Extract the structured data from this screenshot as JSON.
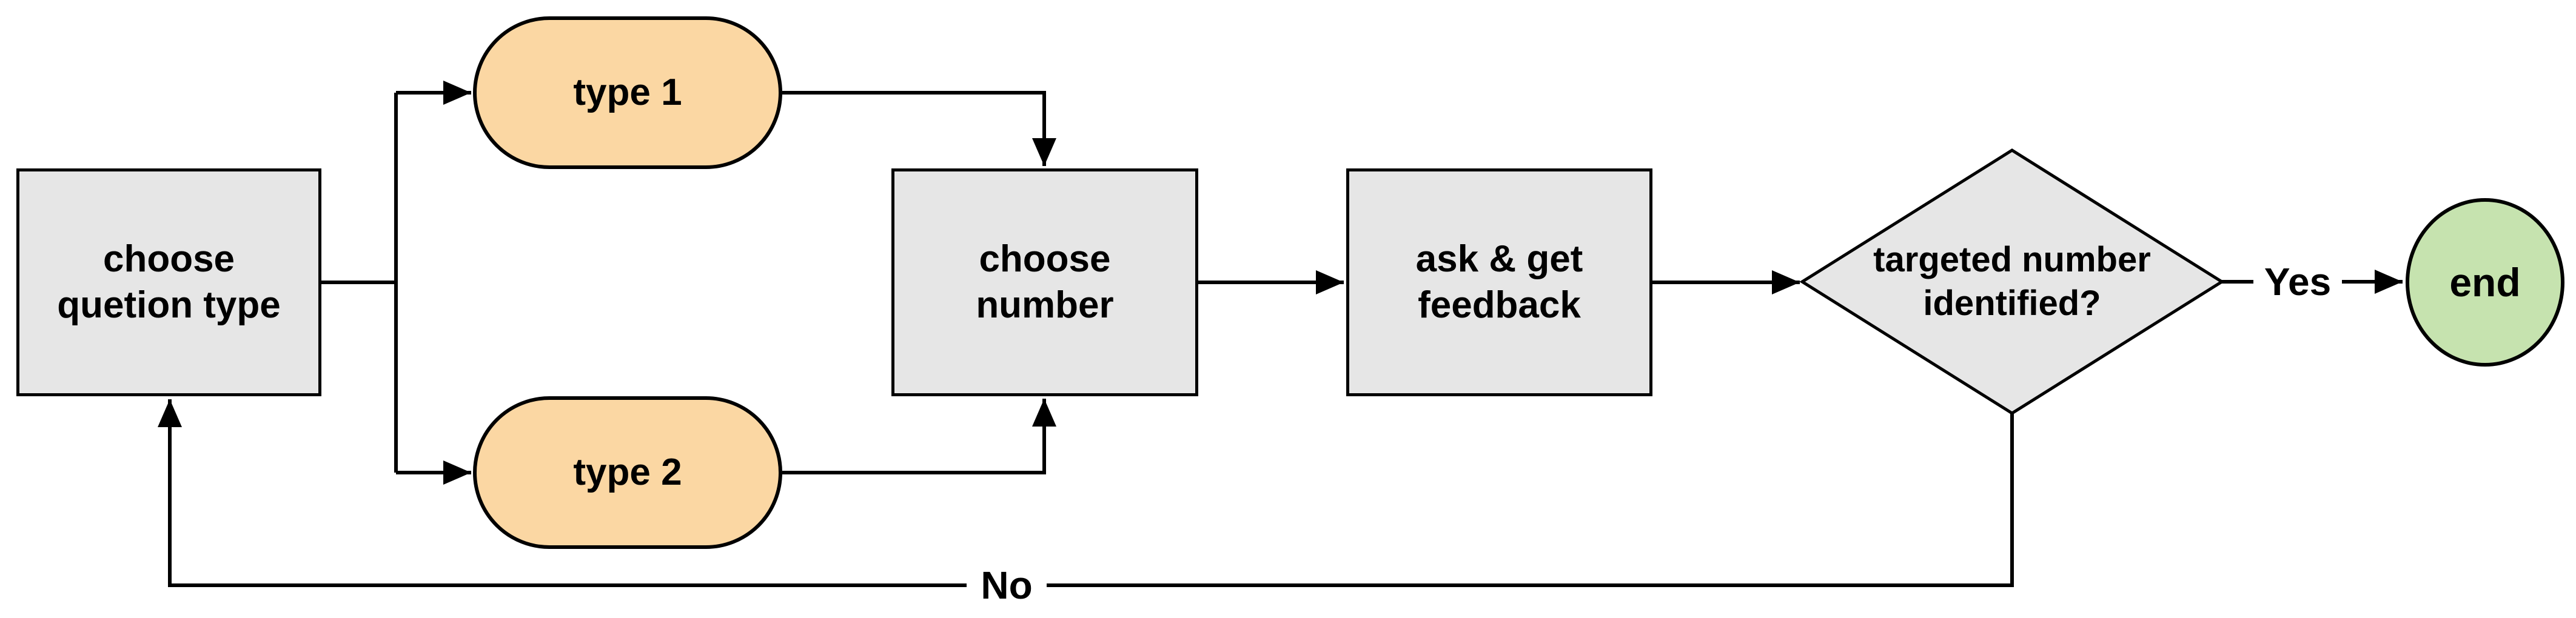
{
  "diagram": {
    "type": "flowchart",
    "nodes": {
      "choose_question_type": {
        "lines": [
          "choose",
          "quetion type"
        ],
        "shape": "rectangle"
      },
      "type_1": {
        "label": "type 1",
        "shape": "stadium"
      },
      "type_2": {
        "label": "type 2",
        "shape": "stadium"
      },
      "choose_number": {
        "lines": [
          "choose",
          "number"
        ],
        "shape": "rectangle"
      },
      "ask_get_feedback": {
        "lines": [
          "ask & get",
          "feedback"
        ],
        "shape": "rectangle"
      },
      "decision": {
        "lines": [
          "targeted number",
          "identified?"
        ],
        "shape": "diamond"
      },
      "end": {
        "label": "end",
        "shape": "ellipse"
      }
    },
    "edge_labels": {
      "yes": "Yes",
      "no": "No"
    },
    "colors": {
      "process_fill": "#e6e6e6",
      "terminal_fill": "#fbd7a3",
      "end_fill": "#c6e3af",
      "stroke": "#000000",
      "background": "#ffffff"
    }
  }
}
